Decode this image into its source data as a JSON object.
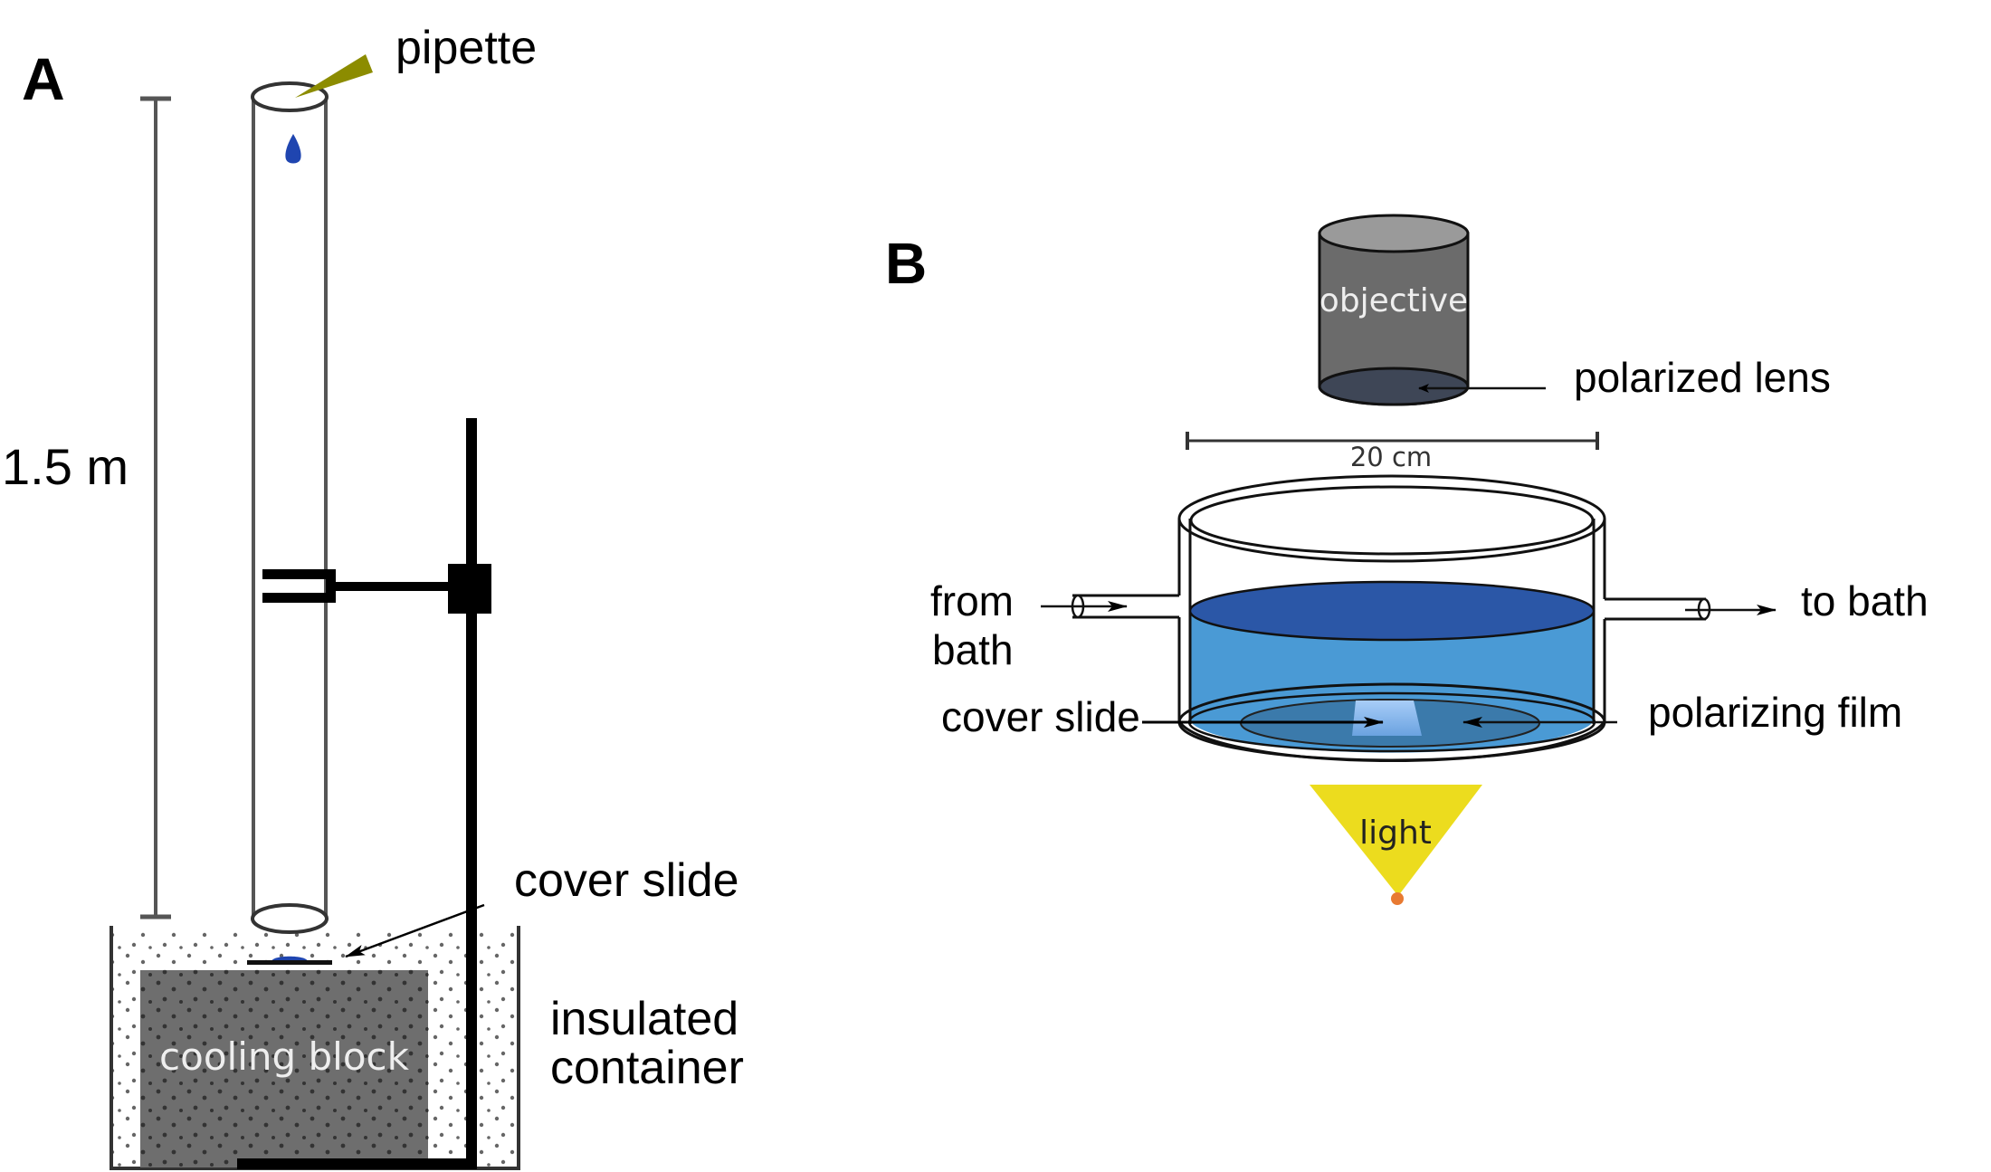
{
  "figure": {
    "panels": [
      {
        "id": "A",
        "label": "A",
        "labels": {
          "pipette": "pipette",
          "height": "1.5 m",
          "cover_slide": "cover slide",
          "insulated_line1": "insulated",
          "insulated_line2": "container",
          "cooling_block": "cooling block"
        },
        "colors": {
          "pipette": "#8c8c00",
          "droplet": "#1f45b0",
          "cooling_block": "#6e6e6e",
          "stand": "#000000"
        }
      },
      {
        "id": "B",
        "label": "B",
        "labels": {
          "objective": "objective",
          "polarized_lens": "polarized lens",
          "width": "20 cm",
          "from_line1": "from",
          "from_line2": "bath",
          "to_bath": "to bath",
          "cover_slide": "cover slide",
          "polarizing_film": "polarizing film",
          "light": "light"
        },
        "colors": {
          "objective_top": "#9a9a9a",
          "objective_body": "#6b6b6b",
          "objective_lens": "#3e4656",
          "water_surface": "#2b57a7",
          "water_body": "#4a9ad5",
          "film": "#3b7aab",
          "cover_slide": "#8cbcf2",
          "light": "#ecdc1e",
          "light_source": "#e87a32"
        }
      }
    ]
  }
}
